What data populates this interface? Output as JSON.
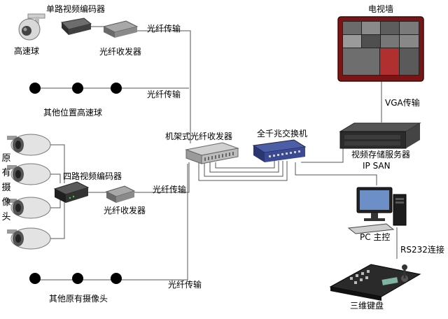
{
  "labels": {
    "encoder_single": "单路视频编码器",
    "speed_dome": "高速球",
    "fiber_transceiver_top": "光纤收发器",
    "fiber_link_1": "光纤传输",
    "fiber_link_2": "光纤传输",
    "other_domes": "其他位置高速球",
    "rack_transceiver": "机架式光纤收发器",
    "gigabit_switch": "全千兆交换机",
    "video_wall": "电视墙",
    "vga_link": "VGA传输",
    "storage_server": "视频存储服务器",
    "ip_san": "IP SAN",
    "encoder_quad": "四路视频编码器",
    "fiber_link_3": "光纤传输",
    "fiber_transceiver_mid": "光纤收发器",
    "pc_host": "PC 主控",
    "rs232_link": "RS232连接",
    "keyboard_3d": "三维键盘",
    "fiber_link_4": "光纤传输",
    "other_cameras": "其他原有摄像头"
  },
  "existing_cameras_chars": [
    "原",
    "有",
    "摄",
    "像",
    "头"
  ]
}
